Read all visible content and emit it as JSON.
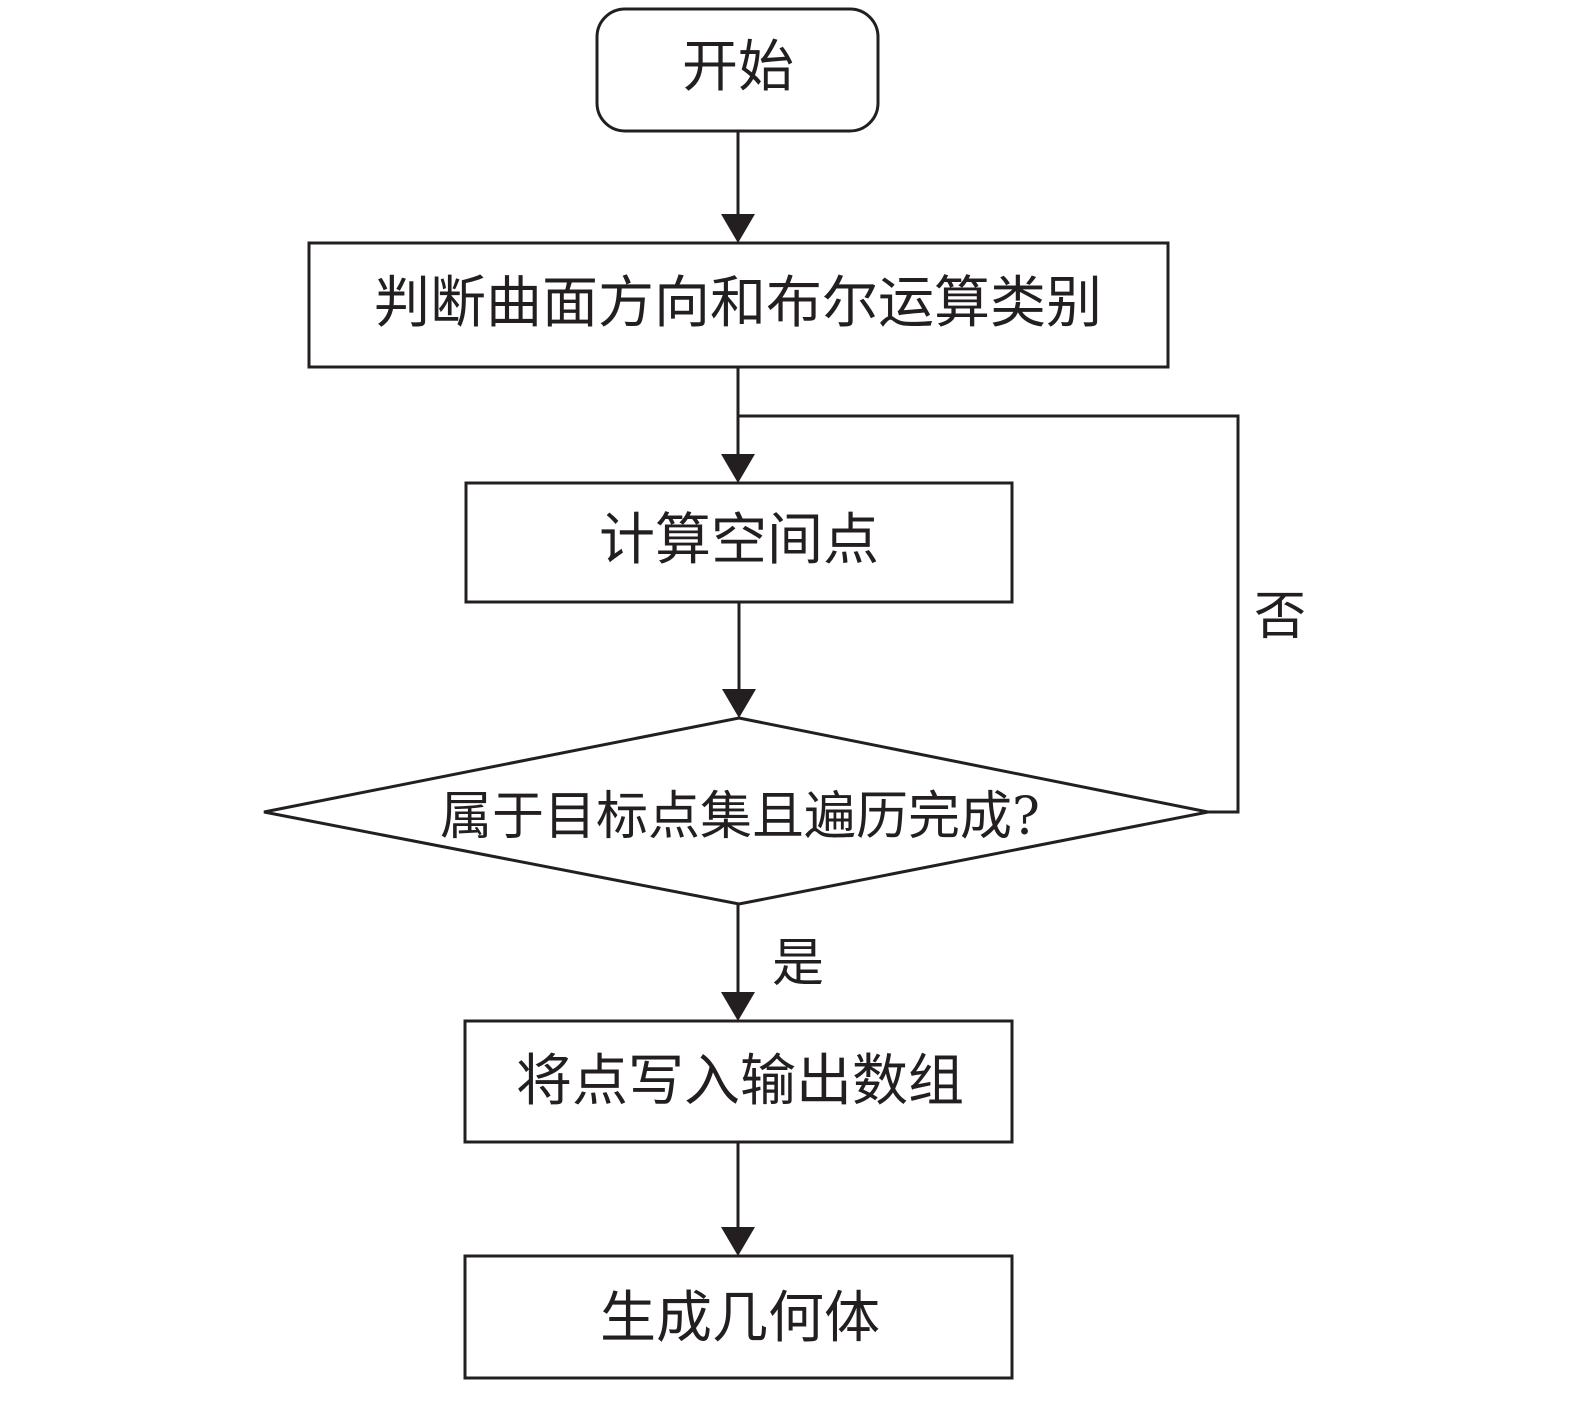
{
  "nodes": {
    "start": {
      "label": "开始"
    },
    "step1": {
      "label": "判断曲面方向和布尔运算类别"
    },
    "step2": {
      "label": "计算空间点"
    },
    "decision": {
      "label": "属于目标点集且遍历完成?"
    },
    "step3": {
      "label": "将点写入输出数组"
    },
    "end": {
      "label": "生成几何体"
    }
  },
  "edges": {
    "yes_label": "是",
    "no_label": "否"
  },
  "colors": {
    "stroke": "#231f20",
    "background": "#ffffff"
  }
}
